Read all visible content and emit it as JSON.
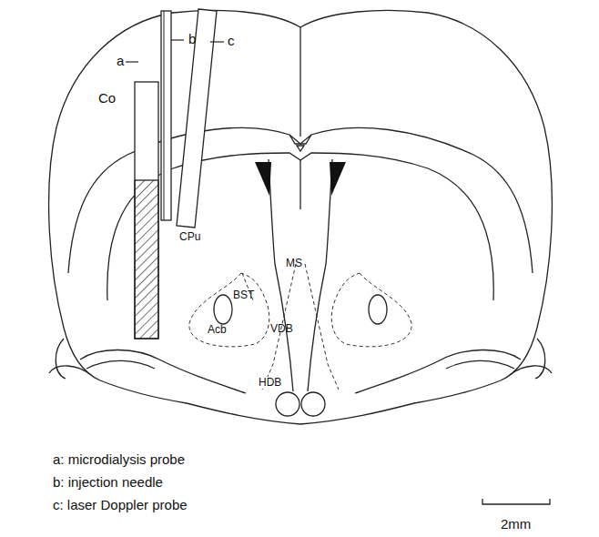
{
  "diagram": {
    "labels": [
      "a",
      "b",
      "c",
      "Co",
      "CPu",
      "MS",
      "BST",
      "Acb",
      "VDB",
      "HDB",
      "a: microdialysis probe",
      "b: injection needle",
      "c: laser Doppler probe",
      "2mm"
    ]
  }
}
